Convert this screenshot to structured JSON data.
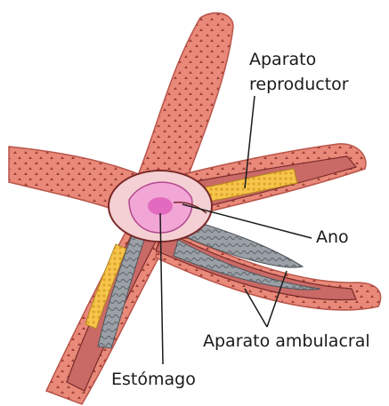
{
  "labels": {
    "aparato_reproductor_line1": "Aparato",
    "aparato_reproductor_line2": "reproductor",
    "ano": "Ano",
    "aparato_ambulacral": "Aparato ambulacral",
    "estomago": "Estómago"
  },
  "colors": {
    "skin": "#e8897a",
    "skin_dark": "#c4584c",
    "cavity": "#c96a66",
    "stomach": "#f2a6d6",
    "gonad": "#f2c14a",
    "ambulacral": "#8b9096",
    "leader_line": "#1a1a1a"
  }
}
